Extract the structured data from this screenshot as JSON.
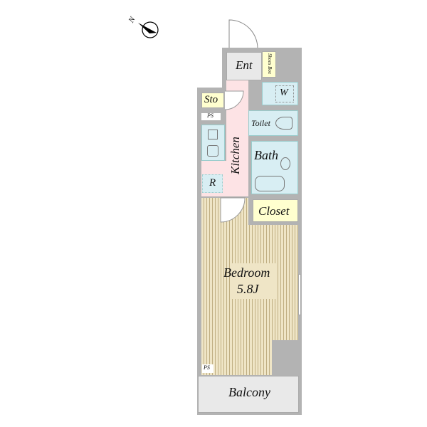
{
  "compass": {
    "label": "N"
  },
  "rooms": {
    "entrance": "Ent",
    "shoe_box": "Shoes Box",
    "storage": "Sto",
    "ps_top": "PS",
    "washer": "W",
    "toilet": "Toilet",
    "kitchen": "Kitchen",
    "bath": "Bath",
    "refrigerator": "R",
    "closet": "Closet",
    "bedroom": "Bedroom",
    "bedroom_size": "5.8J",
    "ps_bottom": "PS",
    "balcony": "Balcony"
  },
  "colors": {
    "wall": "#b3b3b3",
    "wet": "#d8eef3",
    "kitchen": "#fde3e5",
    "storage": "#ffffcf",
    "floor": "#efe5c6"
  }
}
